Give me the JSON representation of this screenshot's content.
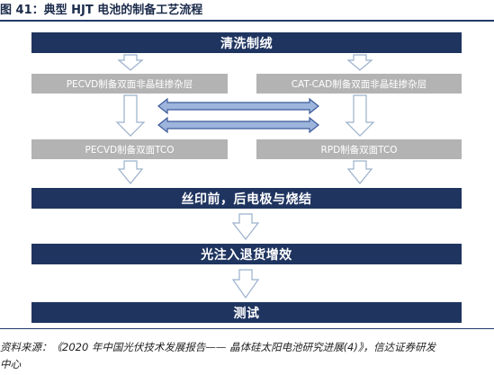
{
  "figure": {
    "title": "图 41：典型 HJT 电池的制备工艺流程"
  },
  "steps": {
    "clean_texture": "清洗制绒",
    "pecvd_silicon": "PECVD制备双面非晶硅掺杂层",
    "catcad_silicon": "CAT-CAD制备双面非晶硅掺杂层",
    "pecvd_tco": "PECVD制备双面TCO",
    "rpd_tco": "RPD制备双面TCO",
    "screen_print": "丝印前，后电极与烧结",
    "light_inject": "光注入退货增效",
    "test": "测试"
  },
  "source": {
    "line1": "资料来源：《2020 年中国光伏技术发展报告—— 晶体硅太阳电池研究进展(4)》，信达证券研发",
    "line2": "中心"
  },
  "colors": {
    "dark_box": "#1f3560",
    "gray_box": "#b3b3b3",
    "arrow_outline": "#9ab0cc",
    "double_arrow_fill": "#9db4dc",
    "double_arrow_stroke": "#3c5a9a"
  }
}
